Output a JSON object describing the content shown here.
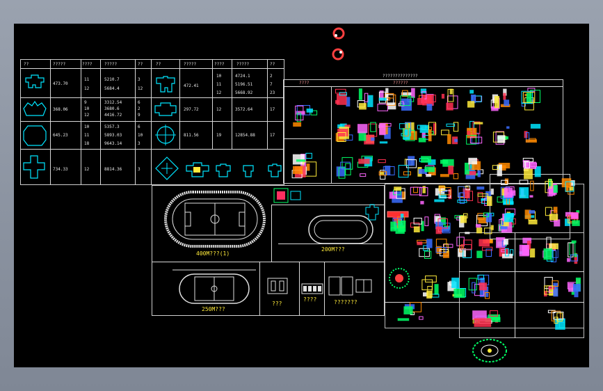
{
  "app": {
    "background": "#000000",
    "line_color": "#d9d9d9",
    "accent_yellow": "#ffeb3b",
    "accent_cyan": "#00ffff"
  },
  "table": {
    "headers": [
      "??",
      "?????",
      "????",
      "?????",
      "??",
      "??",
      "?????",
      "????",
      "?????",
      "??"
    ],
    "rows": [
      {
        "area": "473.70",
        "floors": [
          "11",
          "12"
        ],
        "values": [
          "5210.7",
          "5684.4"
        ],
        "counts": [
          "3",
          "12"
        ],
        "area2": "472.41",
        "floors2": [
          "10",
          "11",
          "12"
        ],
        "values2": [
          "4724.1",
          "5196.51",
          "5668.92"
        ],
        "counts2": [
          "2",
          "7",
          "23"
        ]
      },
      {
        "area": "368.06",
        "floors": [
          "9",
          "10",
          "12"
        ],
        "values": [
          "3312.54",
          "3680.6",
          "4416.72"
        ],
        "counts": [
          "6",
          "2",
          "9"
        ],
        "area2": "297.72",
        "floors2": [
          "12"
        ],
        "values2": [
          "3572.64"
        ],
        "counts2": [
          "17"
        ]
      },
      {
        "area": "645.23",
        "floors": [
          "10",
          "11",
          "18"
        ],
        "values": [
          "5357.3",
          "5893.03",
          "9643.14"
        ],
        "counts": [
          "6",
          "10",
          "3"
        ],
        "area2": "811.56",
        "floors2": [
          "19"
        ],
        "values2": [
          "12854.88"
        ],
        "counts2": [
          "17"
        ]
      },
      {
        "area": "734.33",
        "floors": [
          "12"
        ],
        "values": [
          "8814.36"
        ],
        "counts": [
          "3"
        ]
      }
    ]
  },
  "sheet": {
    "title": "??????????????",
    "col_label_a": "????",
    "col_label_b": "??????"
  },
  "tracks": {
    "track400": "400M???(1)",
    "track200": "200M???",
    "track250": "250M???",
    "lbl_a": "???",
    "lbl_b": "????",
    "lbl_c": "???????"
  }
}
